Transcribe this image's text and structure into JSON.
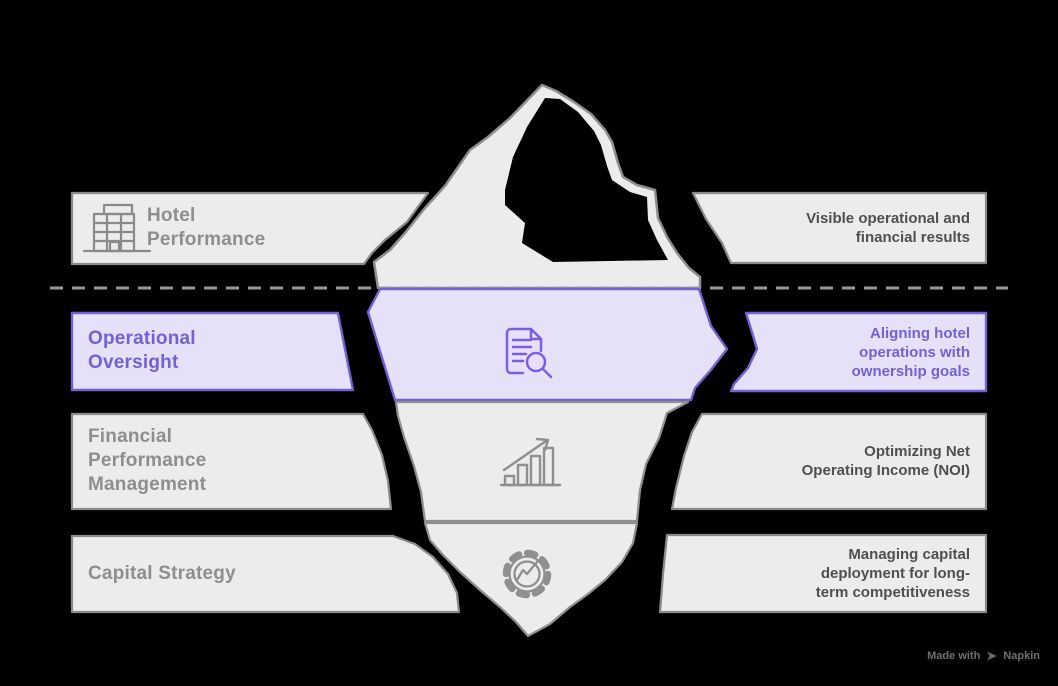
{
  "diagram": {
    "type": "iceberg",
    "waterline": "dashed horizontal line separating visible (above) from hidden (below) layers"
  },
  "rows": [
    {
      "label": "Hotel\nPerformance",
      "description": "Visible operational and\nfinancial results",
      "icon": "building-icon",
      "highlighted": false,
      "position": "above-waterline"
    },
    {
      "label": "Operational\nOversight",
      "description": "Aligning hotel\noperations with\nownership goals",
      "icon": "document-search-icon",
      "highlighted": true,
      "position": "below-waterline"
    },
    {
      "label": "Financial\nPerformance\nManagement",
      "description": "Optimizing Net\nOperating Income (NOI)",
      "icon": "bar-chart-growth-icon",
      "highlighted": false,
      "position": "below-waterline"
    },
    {
      "label": "Capital Strategy",
      "description": "Managing capital\ndeployment for long-\nterm competitiveness",
      "icon": "gear-analytics-icon",
      "highlighted": false,
      "position": "below-waterline"
    }
  ],
  "watermark": {
    "prefix": "Made with",
    "brand": "Napkin"
  },
  "colors": {
    "background": "#000000",
    "panel_gray_fill": "#ececec",
    "panel_gray_border": "#8a8a8a",
    "label_gray": "#8e8e8e",
    "description_gray": "#4f4f4f",
    "purple_border": "#7161d2",
    "purple_fill": "#e6e1f9",
    "purple_text": "#7261d3",
    "waterline_gray": "#9a9a9a"
  }
}
